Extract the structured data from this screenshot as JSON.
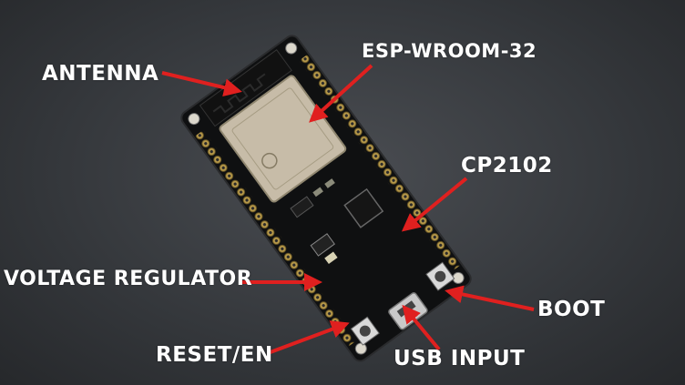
{
  "labels": {
    "antenna": "ANTENNA",
    "esp_module": "ESP-WROOM-32",
    "usb_chip": "CP2102",
    "voltage_regulator": "VOLTAGE REGULATOR",
    "boot": "BOOT",
    "reset": "RESET/EN",
    "usb_input": "USB INPUT"
  },
  "colors": {
    "arrow": "#e0201f",
    "board": "#111213",
    "pins": "#b89a4a",
    "shield": "#c7bca8"
  }
}
